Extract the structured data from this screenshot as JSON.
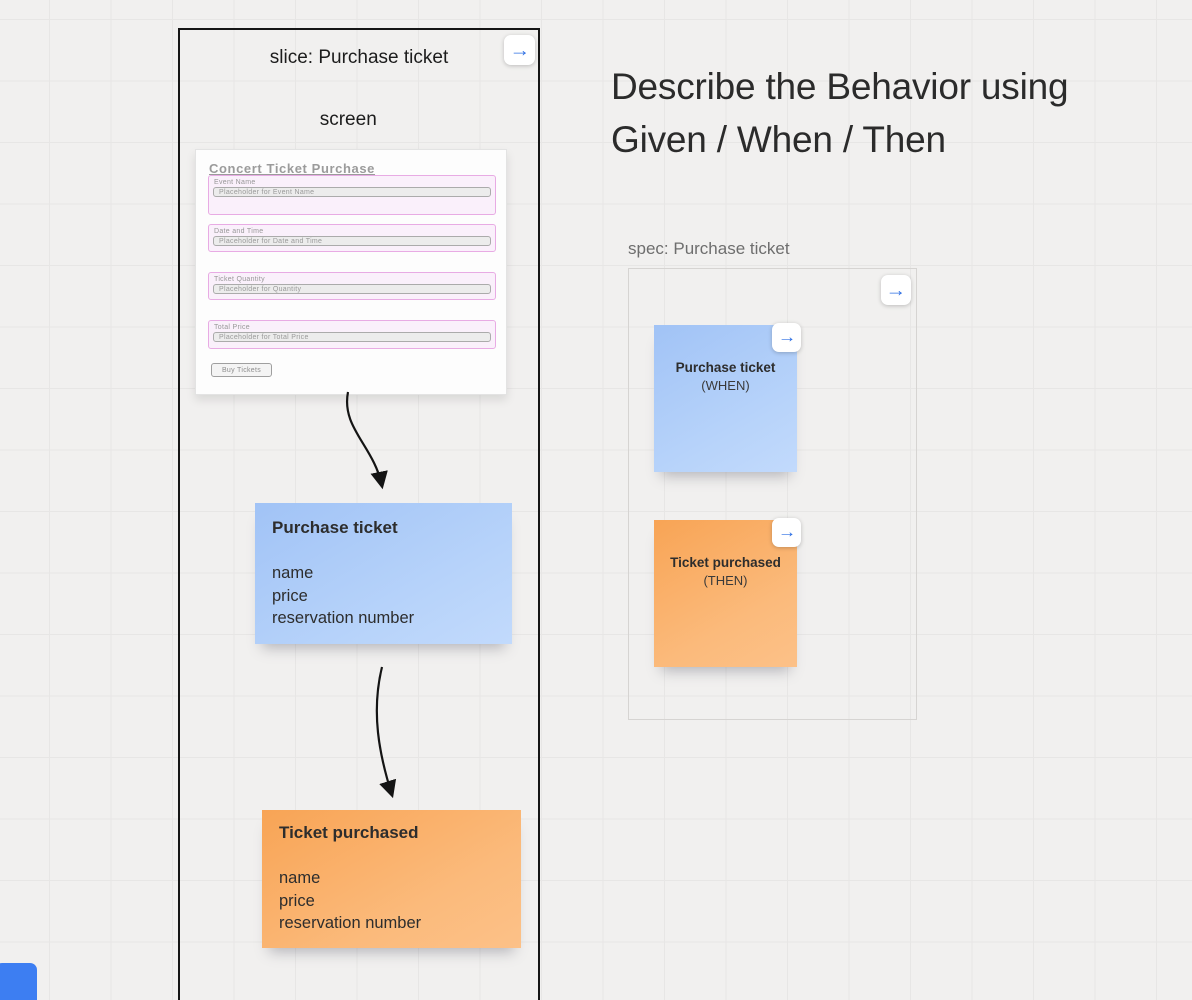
{
  "heading": {
    "line1": "Describe the Behavior using",
    "line2": "Given / When / Then"
  },
  "icons": {
    "link_arrow": "→"
  },
  "slice_frame": {
    "title": "slice: Purchase ticket",
    "screen_label": "screen",
    "mockup": {
      "title": "Concert Ticket Purchase",
      "fields": [
        {
          "label": "Event Name",
          "placeholder": "Placeholder for Event Name"
        },
        {
          "label": "Date and Time",
          "placeholder": "Placeholder for Date and Time"
        },
        {
          "label": "Ticket Quantity",
          "placeholder": "Placeholder for Quantity"
        },
        {
          "label": "Total Price",
          "placeholder": "Placeholder for Total Price"
        }
      ],
      "button_label": "Buy Tickets"
    },
    "command_note": {
      "title": "Purchase ticket",
      "items": [
        "name",
        "price",
        "reservation number"
      ]
    },
    "event_note": {
      "title": "Ticket purchased",
      "items": [
        "name",
        "price",
        "reservation number"
      ]
    }
  },
  "spec_frame": {
    "label": "spec: Purchase ticket",
    "when_note": {
      "title": "Purchase ticket",
      "subtitle": "(WHEN)"
    },
    "then_note": {
      "title": "Ticket purchased",
      "subtitle": "(THEN)"
    }
  },
  "colors": {
    "sticky_blue": "#a9c9f7",
    "sticky_orange": "#f9ab63",
    "link_arrow_blue": "#2e6fe3",
    "slice_frame_border": "#151515",
    "spec_frame_border": "#d6d4d2",
    "canvas_background": "#f1f0ef"
  }
}
